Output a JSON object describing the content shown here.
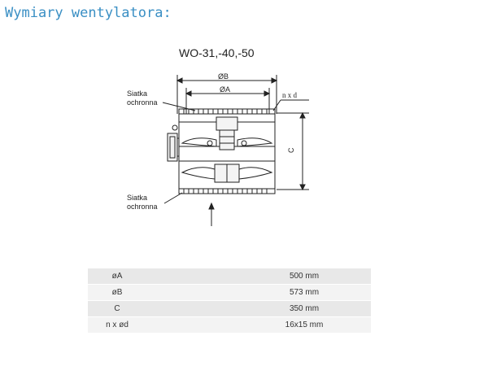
{
  "page": {
    "heading": "Wymiary wentylatora:"
  },
  "diagram": {
    "model": "WO-31,-40,-50",
    "label_diameter_b": "ØB",
    "label_diameter_a": "ØA",
    "label_n_x_d": "n x d",
    "label_height_c": "C",
    "screen_top_label_line1": "Siatka",
    "screen_top_label_line2": "ochronna",
    "screen_bottom_label_line1": "Siatka",
    "screen_bottom_label_line2": "ochronna"
  },
  "dimensions": [
    {
      "key": "øA",
      "value": "500 mm"
    },
    {
      "key": "øB",
      "value": "573 mm"
    },
    {
      "key": "C",
      "value": "350 mm"
    },
    {
      "key": "n x ød",
      "value": "16x15 mm"
    }
  ]
}
